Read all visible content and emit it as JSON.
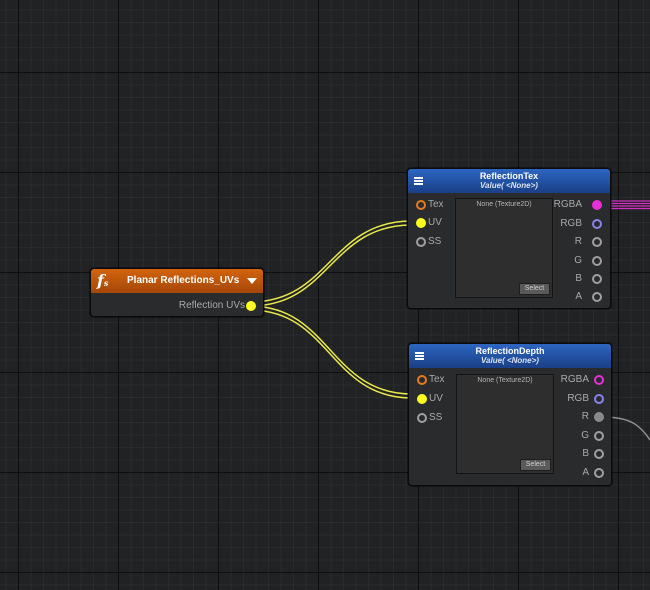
{
  "function_node": {
    "icon": "function-fs-icon",
    "icon_glyph": "f",
    "icon_sub": "s",
    "title": "Planar Reflections_UVs",
    "output_label": "Reflection UVs",
    "accent": "#c55a0b"
  },
  "texture_nodes": [
    {
      "title": "ReflectionTex",
      "subtitle": "Value( <None>)",
      "preview_text": "None (Texture2D)",
      "select_label": "Select",
      "inputs": [
        "Tex",
        "UV",
        "SS"
      ],
      "outputs": [
        "RGBA",
        "RGB",
        "R",
        "G",
        "B",
        "A"
      ],
      "accent": "#2a5db8"
    },
    {
      "title": "ReflectionDepth",
      "subtitle": "Value( <None>)",
      "preview_text": "None (Texture2D)",
      "select_label": "Select",
      "inputs": [
        "Tex",
        "UV",
        "SS"
      ],
      "outputs": [
        "RGBA",
        "RGB",
        "R",
        "G",
        "B",
        "A"
      ],
      "accent": "#2a5db8"
    }
  ],
  "colors": {
    "uv_wire": "#ffff22",
    "rgba_wire": "#e62fd6",
    "float_wire": "#9a9a9a",
    "canvas": "#212223"
  }
}
